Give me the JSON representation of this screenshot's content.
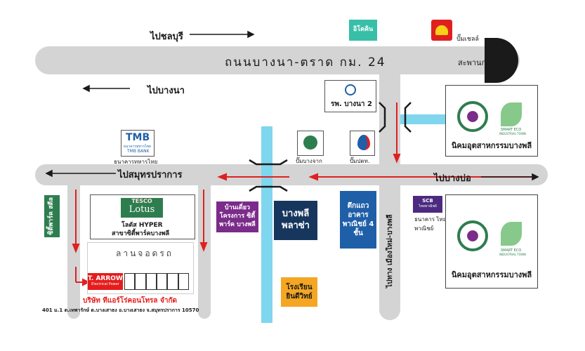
{
  "roads": {
    "main_highway": "ถนนบางนา-ตราด กม. 24",
    "u_turn_bridge": "สะพานกลับรถ",
    "side_road": "ไปทาง เมืองใหม่-บางพลี",
    "parking": "ลานจอดรถ"
  },
  "directions": {
    "to_chonburi": "ไปชลบุรี",
    "to_bangna": "ไปบางนา",
    "to_samutprakan": "ไปสมุทรปราการ",
    "to_bangbo": "ไปบางบ่อ"
  },
  "landmarks": {
    "itacin": "อิโตคิน",
    "shell": "ปั๊มเชลล์",
    "hospital": "รพ. บางนา 2",
    "tmb_logo": "TMB",
    "tmb_sub": "ธนาคารทหารไทย",
    "tmb_sub_en": "TMB BANK",
    "tmb_caption": "ธนาคารทหารไทย",
    "bangchak": "ปั๊มบางจาก",
    "ptt": "ปั๊มปตท.",
    "tesco_line1": "TESCO",
    "tesco_line2": "Lotus",
    "tesco_caption_1": "โลตัส HYPER",
    "tesco_caption_2": "สาขาซิตี้พาร์คบางพลี",
    "city_park": "ซิตี้พาร์ค สตีล",
    "baan_tiew": "บ้านเดี่ยว โครงการ ซิตี้ พาร์ค บางพลี",
    "bangplee_plaza": "บางพลี พลาซ่า",
    "shophouse": "ตึกแถว อาคาร พาณิชย์ 4 ชั้น",
    "school": "โรงเรียน ยินดีวิทย์",
    "scb_logo": "SCB",
    "scb_sub": "ไทยพาณิชย์",
    "scb_caption": "ธนาคาร ไทยพาณิชย์",
    "estate_top": "นิคมอุตสาหกรรมบางพลี",
    "estate_bottom": "นิคมอุตสาหกรรมบางพลี",
    "smart_eco": "SMART ECO",
    "smart_eco_sub": "INDUSTRIAL TOWN"
  },
  "company": {
    "logo": "T. ARROW",
    "logo_sub": "Electrical Power",
    "name": "บริษัท ทีแอร์โร่คอนโทรล จำกัด",
    "address": "401 ม.1 ต.เทพารักษ์ ต.บางเสาธง อ.บางเสาธง จ.สมุทรปราการ 10570"
  },
  "colors": {
    "road": "#d4d4d4",
    "canal": "#7fd6ee",
    "route": "#e02020",
    "company_red": "#e51c1c"
  }
}
